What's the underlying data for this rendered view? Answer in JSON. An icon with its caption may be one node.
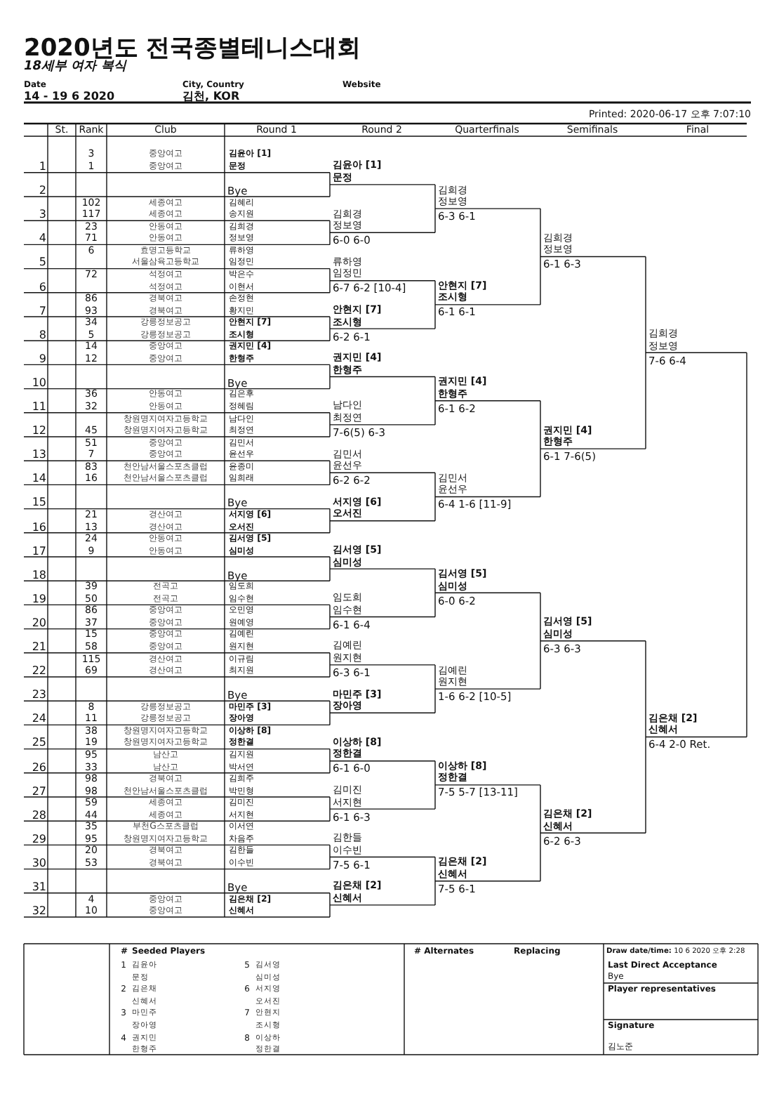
{
  "diagram": {
    "title": "2020년도 전국종별테니스대회",
    "labels": [
      "18세부 여자 복식",
      "Date",
      "14 - 19 6 2020",
      "City, Country",
      "김천, KOR",
      "Website",
      "Printed: 2020-06-17 오후 7:07:10",
      "St.",
      "Rank",
      "Club",
      "Round 1",
      "Round 2",
      "Quarterfinals",
      "Semifinals",
      "Final",
      "3",
      "중앙여고",
      "김윤아 [1]",
      "1",
      "1",
      "중앙여고",
      "문정",
      "2",
      "Bye",
      "102",
      "세종여고",
      "김혜리",
      "3",
      "117",
      "세종여고",
      "송지원",
      "23",
      "안동여고",
      "김희경",
      "4",
      "71",
      "안동여고",
      "정보영",
      "6",
      "효명고등학교",
      "류하영",
      "5",
      "서울삼육고등학교",
      "임정민",
      "72",
      "석정여고",
      "박은수",
      "6",
      "석정여고",
      "이현서",
      "86",
      "경북여고",
      "손정현",
      "7",
      "93",
      "경북여고",
      "황지민",
      "34",
      "강릉정보공고",
      "안현지 [7]",
      "8",
      "5",
      "강릉정보공고",
      "조시형",
      "14",
      "중앙여고",
      "권지민 [4]",
      "9",
      "12",
      "중앙여고",
      "한형주",
      "10",
      "Bye",
      "36",
      "안동여고",
      "김은후",
      "11",
      "32",
      "안동여고",
      "정혜림",
      "창원명지여자고등학교",
      "남다인",
      "12",
      "45",
      "창원명지여자고등학교",
      "최정연",
      "51",
      "중앙여고",
      "김민서",
      "13",
      "7",
      "중앙여고",
      "윤선우",
      "83",
      "천안남서울스포츠클럽",
      "윤종미",
      "14",
      "16",
      "천안남서울스포츠클럽",
      "임희래",
      "15",
      "Bye",
      "21",
      "경산여고",
      "서지영 [6]",
      "16",
      "13",
      "경산여고",
      "오서진",
      "24",
      "안동여고",
      "김서영 [5]",
      "17",
      "9",
      "안동여고",
      "심미성",
      "18",
      "Bye",
      "39",
      "전곡고",
      "임도희",
      "19",
      "50",
      "전곡고",
      "임수현",
      "86",
      "중앙여고",
      "오민영",
      "20",
      "37",
      "중앙여고",
      "원예영",
      "15",
      "중앙여고",
      "김예린",
      "21",
      "58",
      "중앙여고",
      "원지현",
      "115",
      "경산여고",
      "이규림",
      "22",
      "69",
      "경산여고",
      "최지원",
      "23",
      "Bye",
      "8",
      "강릉정보공고",
      "마민주 [3]",
      "24",
      "11",
      "강릉정보공고",
      "장아영",
      "38",
      "창원명지여자고등학교",
      "이상하 [8]",
      "25",
      "19",
      "창원명지여자고등학교",
      "정한결",
      "95",
      "남산고",
      "김지원",
      "26",
      "33",
      "남산고",
      "박서연",
      "98",
      "경북여고",
      "김희주",
      "27",
      "98",
      "천안남서울스포츠클럽",
      "박민형",
      "59",
      "세종여고",
      "김미진",
      "28",
      "44",
      "세종여고",
      "서지현",
      "35",
      "부천G스포츠클럽",
      "이서연",
      "29",
      "95",
      "창원명지여자고등학교",
      "차음주",
      "20",
      "경북여고",
      "김한들",
      "30",
      "53",
      "경북여고",
      "이수빈",
      "31",
      "Bye",
      "4",
      "중앙여고",
      "김은채 [2]",
      "32",
      "10",
      "중앙여고",
      "신혜서",
      "김윤아 [1]",
      "문정",
      "김희경",
      "정보영",
      "6-0 6-0",
      "류하영",
      "임정민",
      "6-7 6-2 [10-4]",
      "안현지 [7]",
      "조시형",
      "6-2 6-1",
      "권지민 [4]",
      "한형주",
      "남다인",
      "최정연",
      "7-6(5) 6-3",
      "김민서",
      "윤선우",
      "6-2 6-2",
      "서지영 [6]",
      "오서진",
      "김서영 [5]",
      "심미성",
      "임도희",
      "임수현",
      "6-1 6-4",
      "김예린",
      "원지현",
      "6-3 6-1",
      "마민주 [3]",
      "장아영",
      "이상하 [8]",
      "정한결",
      "6-1 6-0",
      "김미진",
      "서지현",
      "6-1 6-3",
      "김한들",
      "이수빈",
      "7-5 6-1",
      "김은채 [2]",
      "신혜서",
      "김희경",
      "정보영",
      "6-3 6-1",
      "안현지 [7]",
      "조시형",
      "6-1 6-1",
      "권지민 [4]",
      "한형주",
      "6-1 6-2",
      "김민서",
      "윤선우",
      "6-4 1-6 [11-9]",
      "김서영 [5]",
      "심미성",
      "6-0 6-2",
      "김예린",
      "원지현",
      "1-6 6-2 [10-5]",
      "이상하 [8]",
      "정한결",
      "7-5 5-7 [13-11]",
      "김은채 [2]",
      "신혜서",
      "7-5 6-1",
      "김희경",
      "정보영",
      "6-1 6-3",
      "권지민 [4]",
      "한형주",
      "6-1 7-6(5)",
      "김서영 [5]",
      "심미성",
      "6-3 6-3",
      "김은채 [2]",
      "신혜서",
      "6-2 6-3",
      "김희경",
      "정보영",
      "7-6 6-4",
      "김은채 [2]",
      "신혜서",
      "6-4 2-0 Ret.",
      "#",
      "Seeded Players",
      "1",
      "김윤아",
      "문정",
      "2",
      "김은채",
      "신혜서",
      "3",
      "마민주",
      "장아영",
      "4",
      "권지민",
      "한형주",
      "5",
      "김서영",
      "심미성",
      "6",
      "서지영",
      "오서진",
      "7",
      "안현지",
      "조시형",
      "8",
      "이상하",
      "정한결",
      "# Alternates",
      "Replacing",
      "**Draw date/time:** 10 6 2020 오후 2:28",
      "Last Direct Acceptance",
      "Bye",
      "Player representatives",
      "Signature",
      "김노준"
    ]
  }
}
